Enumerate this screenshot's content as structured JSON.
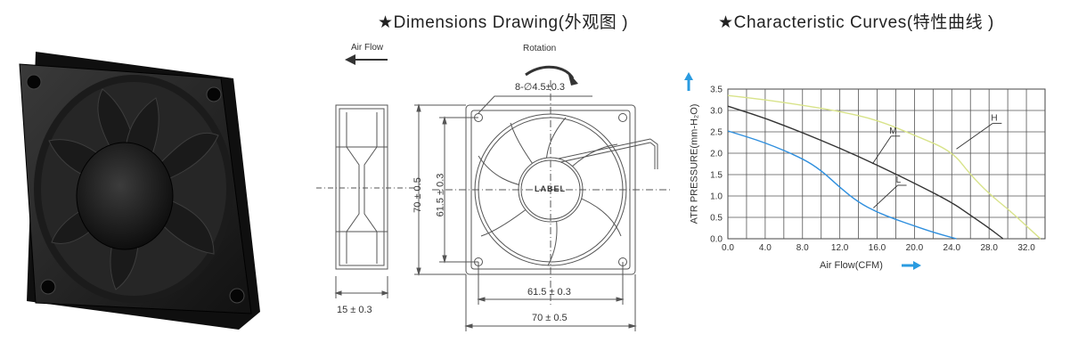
{
  "headings": {
    "dimensions": "★Dimensions Drawing(外观图 )",
    "curves": "★Characteristic Curves(特性曲线 )"
  },
  "dimensions": {
    "air_flow_label": "Air Flow",
    "rotation_label": "Rotation",
    "hole_spec": "8-∅4.5±0.3",
    "side_thickness": "15 ± 0.3",
    "height_outer": "70 ± 0.5",
    "height_inner": "61.5 ± 0.3",
    "width_inner": "61.5 ± 0.3",
    "width_outer": "70 ± 0.5",
    "hub_label": "LABEL"
  },
  "chart_data": {
    "type": "line",
    "xlabel": "Air Flow(CFM)",
    "ylabel": "ATR PRESSURE(mm-H₂O)",
    "xlim": [
      0,
      34
    ],
    "ylim": [
      0,
      3.5
    ],
    "x_ticks": [
      "0.0",
      "4.0",
      "8.0",
      "12.0",
      "16.0",
      "20.0",
      "24.0",
      "28.0",
      "32.0"
    ],
    "y_ticks": [
      "0.0",
      "0.5",
      "1.0",
      "1.5",
      "2.0",
      "2.5",
      "3.0",
      "3.5"
    ],
    "grid": true,
    "series": [
      {
        "name": "H",
        "color": "#d8e38a",
        "x": [
          0,
          4,
          8,
          12,
          16,
          20,
          24,
          26,
          28,
          30,
          32,
          33.5
        ],
        "y": [
          3.35,
          3.25,
          3.12,
          2.98,
          2.78,
          2.42,
          2.05,
          1.5,
          1.05,
          0.7,
          0.3,
          0
        ]
      },
      {
        "name": "M",
        "color": "#333333",
        "x": [
          0,
          4,
          8,
          12,
          16,
          20,
          24,
          26,
          28,
          29.5
        ],
        "y": [
          3.1,
          2.82,
          2.48,
          2.12,
          1.72,
          1.3,
          0.85,
          0.55,
          0.25,
          0
        ]
      },
      {
        "name": "L",
        "color": "#2f8fde",
        "x": [
          0,
          4,
          8,
          10,
          12,
          14,
          16,
          18,
          20,
          22,
          24.5
        ],
        "y": [
          2.52,
          2.25,
          1.88,
          1.6,
          1.2,
          0.85,
          0.62,
          0.45,
          0.3,
          0.15,
          0
        ]
      }
    ]
  }
}
